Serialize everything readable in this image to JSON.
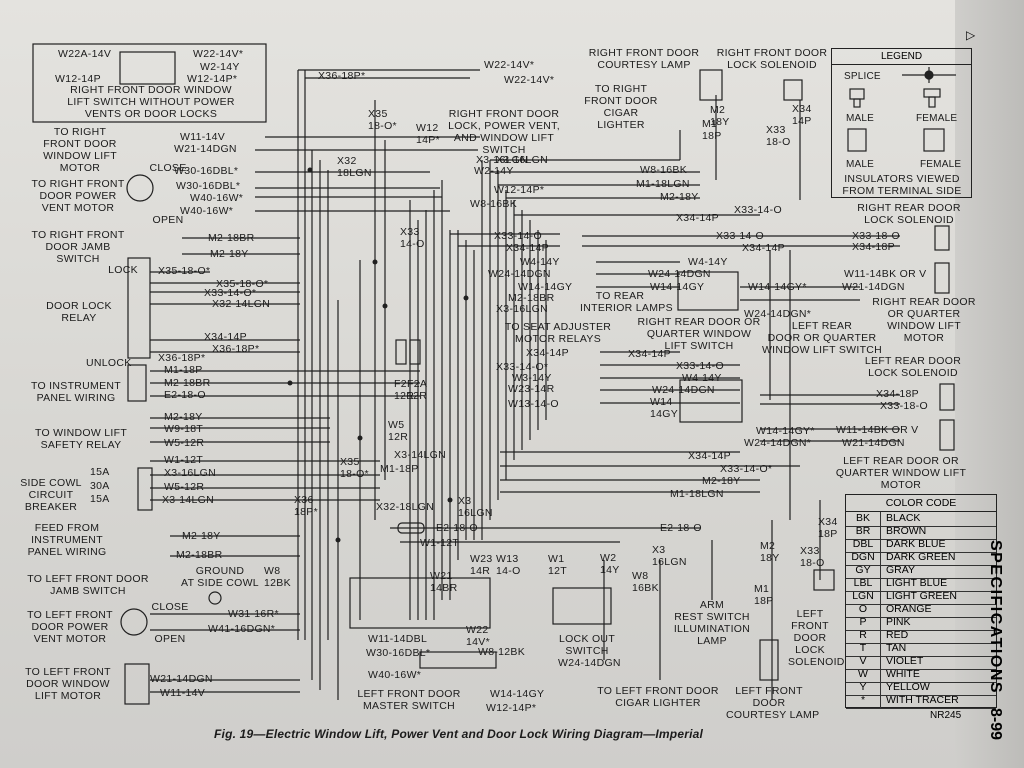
{
  "caption": "Fig. 19—Electric Window Lift, Power Vent and Door Lock Wiring Diagram—Imperial",
  "side_label": "SPECIFICATIONS",
  "page_number": "8-99",
  "figure_code": "NR245",
  "legend": {
    "title": "LEGEND",
    "splice": "SPLICE",
    "male": "MALE",
    "female": "FEMALE",
    "male2": "MALE",
    "female2": "FEMALE",
    "note": "INSULATORS VIEWED\nFROM TERMINAL SIDE"
  },
  "color_code": {
    "title": "COLOR CODE",
    "rows": [
      {
        "code": "BK",
        "name": "BLACK"
      },
      {
        "code": "BR",
        "name": "BROWN"
      },
      {
        "code": "DBL",
        "name": "DARK BLUE"
      },
      {
        "code": "DGN",
        "name": "DARK GREEN"
      },
      {
        "code": "GY",
        "name": "GRAY"
      },
      {
        "code": "LBL",
        "name": "LIGHT BLUE"
      },
      {
        "code": "LGN",
        "name": "LIGHT GREEN"
      },
      {
        "code": "O",
        "name": "ORANGE"
      },
      {
        "code": "P",
        "name": "PINK"
      },
      {
        "code": "R",
        "name": "RED"
      },
      {
        "code": "T",
        "name": "TAN"
      },
      {
        "code": "V",
        "name": "VIOLET"
      },
      {
        "code": "W",
        "name": "WHITE"
      },
      {
        "code": "Y",
        "name": "YELLOW"
      },
      {
        "code": "*",
        "name": "WITH TRACER"
      }
    ]
  },
  "components": {
    "rf_switch_box": "RIGHT FRONT DOOR WINDOW\nLIFT SWITCH WITHOUT POWER\nVENTS OR DOOR LOCKS",
    "rf_window_motor": "TO RIGHT\nFRONT DOOR\nWINDOW LIFT\nMOTOR",
    "rf_vent_motor": "TO RIGHT FRONT\nDOOR POWER\nVENT MOTOR",
    "close1": "CLOSE",
    "open1": "OPEN",
    "rf_jamb": "TO RIGHT FRONT\nDOOR JAMB\nSWITCH",
    "lock": "LOCK",
    "door_lock_relay": "DOOR LOCK\nRELAY",
    "unlock": "UNLOCK",
    "instrument_panel": "TO INSTRUMENT\nPANEL WIRING",
    "window_lift_relay": "TO WINDOW LIFT\nSAFETY RELAY",
    "side_cowl_breaker": "SIDE COWL\nCIRCUIT\nBREAKER",
    "feed_from_ip": "FEED FROM\nINSTRUMENT\nPANEL WIRING",
    "lf_jamb": "TO LEFT FRONT DOOR\nJAMB SWITCH",
    "ground_cowl": "GROUND\nAT SIDE COWL",
    "lf_vent_motor": "TO LEFT FRONT\nDOOR POWER\nVENT MOTOR",
    "close2": "CLOSE",
    "open2": "OPEN",
    "lf_window_motor": "TO LEFT FRONT\nDOOR WINDOW\nLIFT MOTOR",
    "rf_courtesy_lamp": "RIGHT FRONT DOOR\nCOURTESY LAMP",
    "rf_lock_solenoid": "RIGHT FRONT DOOR\nLOCK SOLENOID",
    "rf_cigar": "TO RIGHT\nFRONT DOOR\nCIGAR\nLIGHTER",
    "rf_master": "RIGHT FRONT DOOR\nLOCK, POWER VENT,\nAND WINDOW LIFT\nSWITCH",
    "rr_lock_solenoid": "RIGHT REAR DOOR\nLOCK SOLENOID",
    "rr_window_motor": "RIGHT REAR DOOR\nOR QUARTER\nWINDOW LIFT\nMOTOR",
    "rear_interior": "TO REAR\nINTERIOR LAMPS",
    "rr_switch": "RIGHT REAR DOOR OR\nQUARTER WINDOW\nLIFT SWITCH",
    "lr_switch": "LEFT REAR\nDOOR OR QUARTER\nWINDOW LIFT SWITCH",
    "seat_relays": "TO SEAT ADJUSTER\nMOTOR RELAYS",
    "lr_lock_solenoid": "LEFT REAR DOOR\nLOCK SOLENOID",
    "lr_window_motor": "LEFT REAR DOOR OR\nQUARTER WINDOW LIFT\nMOTOR",
    "arm_rest": "ARM\nREST SWITCH\nILLUMINATION\nLAMP",
    "lockout": "LOCK OUT\nSWITCH",
    "lf_master": "LEFT FRONT DOOR\nMASTER SWITCH",
    "lf_cigar": "TO LEFT FRONT DOOR\nCIGAR LIGHTER",
    "lf_courtesy": "LEFT FRONT\nDOOR\nCOURTESY LAMP",
    "lf_lock_solenoid": "LEFT\nFRONT\nDOOR\nLOCK\nSOLENOID"
  },
  "wire_labels": [
    {
      "id": "w1",
      "text": "W22A-14V"
    },
    {
      "id": "w2",
      "text": "W22-14V*"
    },
    {
      "id": "w3",
      "text": "W2-14Y"
    },
    {
      "id": "w4",
      "text": "W12-14P*"
    },
    {
      "id": "w5",
      "text": "W12-14P"
    },
    {
      "id": "w6",
      "text": "W11-14V"
    },
    {
      "id": "w7",
      "text": "W21-14DGN"
    },
    {
      "id": "w8",
      "text": "W30-16DBL*"
    },
    {
      "id": "w9",
      "text": "W30-16DBL*"
    },
    {
      "id": "w10",
      "text": "W40-16W*"
    },
    {
      "id": "w11",
      "text": "W40-16W*"
    },
    {
      "id": "w12",
      "text": "M2-18BR"
    },
    {
      "id": "w13",
      "text": "M2-18Y"
    },
    {
      "id": "w14",
      "text": "X35-18-O*"
    },
    {
      "id": "w15",
      "text": "X35-18-O*"
    },
    {
      "id": "w16",
      "text": "X33-14-O*"
    },
    {
      "id": "w17",
      "text": "X32-14LGN"
    },
    {
      "id": "w18",
      "text": "X34-14P"
    },
    {
      "id": "w19",
      "text": "X36-18P*"
    },
    {
      "id": "w20",
      "text": "X36-18P*"
    },
    {
      "id": "w21",
      "text": "M1-18P"
    },
    {
      "id": "w22",
      "text": "M2-18BR"
    },
    {
      "id": "w23",
      "text": "E2-18-O"
    },
    {
      "id": "w24",
      "text": "M2-18Y"
    },
    {
      "id": "w25",
      "text": "W9-18T"
    },
    {
      "id": "w26",
      "text": "W5-12R"
    },
    {
      "id": "w27",
      "text": "W1-12T"
    },
    {
      "id": "w28",
      "text": "X3-16LGN"
    },
    {
      "id": "w29",
      "text": "W5-12R"
    },
    {
      "id": "w30",
      "text": "X3-14LGN"
    },
    {
      "id": "w31",
      "text": "15A"
    },
    {
      "id": "w32",
      "text": "30A"
    },
    {
      "id": "w33",
      "text": "15A"
    },
    {
      "id": "w34",
      "text": "M2-18Y"
    },
    {
      "id": "w35",
      "text": "M2-18BR"
    },
    {
      "id": "w36",
      "text": "W31-16R*"
    },
    {
      "id": "w37",
      "text": "W41-16DGN*"
    },
    {
      "id": "w38",
      "text": "W21-14DGN"
    },
    {
      "id": "w39",
      "text": "W11-14V"
    },
    {
      "id": "w40",
      "text": "X36-18P*"
    },
    {
      "id": "w41",
      "text": "W22-14V*"
    },
    {
      "id": "w42",
      "text": "W22-14V*"
    },
    {
      "id": "w43",
      "text": "X35\n18-O*"
    },
    {
      "id": "w44",
      "text": "W12\n14P*"
    },
    {
      "id": "w45",
      "text": "X32\n18LGN"
    },
    {
      "id": "w46",
      "text": "X3-16LGN"
    },
    {
      "id": "w47",
      "text": "W2-14Y"
    },
    {
      "id": "w48",
      "text": "W12-14P*"
    },
    {
      "id": "w49",
      "text": "W8-16BK"
    },
    {
      "id": "w50",
      "text": "W8-16BK"
    },
    {
      "id": "w51",
      "text": "M1-18LGN"
    },
    {
      "id": "w52",
      "text": "M2-18Y"
    },
    {
      "id": "w53",
      "text": "X34-14P"
    },
    {
      "id": "w54",
      "text": "X33-14-O"
    },
    {
      "id": "w55",
      "text": "X33\n14-O"
    },
    {
      "id": "w56",
      "text": "X33-14-O"
    },
    {
      "id": "w57",
      "text": "X34-14P"
    },
    {
      "id": "w58",
      "text": "X33-14-O"
    },
    {
      "id": "w59",
      "text": "X34-14P"
    },
    {
      "id": "w60",
      "text": "X33-18-O"
    },
    {
      "id": "w61",
      "text": "X34-18P"
    },
    {
      "id": "w62",
      "text": "W4-14Y"
    },
    {
      "id": "w63",
      "text": "W24-14DGN"
    },
    {
      "id": "w64",
      "text": "W14-14GY"
    },
    {
      "id": "w65",
      "text": "W4-14Y"
    },
    {
      "id": "w66",
      "text": "W24-14DGN"
    },
    {
      "id": "w67",
      "text": "W14-14GY"
    },
    {
      "id": "w68",
      "text": "W14-14GY*"
    },
    {
      "id": "w69",
      "text": "W11-14BK OR V"
    },
    {
      "id": "w70",
      "text": "W21-14DGN"
    },
    {
      "id": "w71",
      "text": "W24-14DGN*"
    },
    {
      "id": "w72",
      "text": "M2-18BR"
    },
    {
      "id": "w73",
      "text": "X3-16LGN"
    },
    {
      "id": "w74",
      "text": "X34-14P"
    },
    {
      "id": "w75",
      "text": "X34-14P"
    },
    {
      "id": "w76",
      "text": "X33-14-O*"
    },
    {
      "id": "w77",
      "text": "X33-14-O"
    },
    {
      "id": "w78",
      "text": "W3-14Y"
    },
    {
      "id": "w79",
      "text": "W23-14R"
    },
    {
      "id": "w80",
      "text": "W4-14Y"
    },
    {
      "id": "w81",
      "text": "W24-14DGN"
    },
    {
      "id": "w82",
      "text": "W13-14-O"
    },
    {
      "id": "w83",
      "text": "W14\n14GY"
    },
    {
      "id": "w84",
      "text": "X34-18P"
    },
    {
      "id": "w85",
      "text": "X33-18-O"
    },
    {
      "id": "w86",
      "text": "W14-14GY*"
    },
    {
      "id": "w87",
      "text": "W11-14BK OR V"
    },
    {
      "id": "w88",
      "text": "W24-14DGN*"
    },
    {
      "id": "w89",
      "text": "W21-14DGN"
    },
    {
      "id": "w90",
      "text": "F2\n12R"
    },
    {
      "id": "w91",
      "text": "F2A\n12R"
    },
    {
      "id": "w92",
      "text": "W5\n12R"
    },
    {
      "id": "w93",
      "text": "X3-14LGN"
    },
    {
      "id": "w94",
      "text": "X35\n18-O*"
    },
    {
      "id": "w95",
      "text": "M1-18P"
    },
    {
      "id": "w96",
      "text": "X36\n18P*"
    },
    {
      "id": "w97",
      "text": "X32-18LGN"
    },
    {
      "id": "w98",
      "text": "X3\n16LGN"
    },
    {
      "id": "w99",
      "text": "X34-14P"
    },
    {
      "id": "w100",
      "text": "X33-14-O*"
    },
    {
      "id": "w101",
      "text": "M2-18Y"
    },
    {
      "id": "w102",
      "text": "M1-18LGN"
    },
    {
      "id": "w103",
      "text": "E2-18-O"
    },
    {
      "id": "w104",
      "text": "E2-18-O"
    },
    {
      "id": "w105",
      "text": "W1-12T"
    },
    {
      "id": "w106",
      "text": "W8\n12BK"
    },
    {
      "id": "w107",
      "text": "W21\n14BR"
    },
    {
      "id": "w108",
      "text": "W23\n14R"
    },
    {
      "id": "w109",
      "text": "W13\n14-O"
    },
    {
      "id": "w110",
      "text": "W1\n12T"
    },
    {
      "id": "w111",
      "text": "W2\n14Y"
    },
    {
      "id": "w112",
      "text": "X3\n16LGN"
    },
    {
      "id": "w113",
      "text": "W8\n16BK"
    },
    {
      "id": "w114",
      "text": "M2\n18Y"
    },
    {
      "id": "w115",
      "text": "M1\n18P"
    },
    {
      "id": "w116",
      "text": "X34\n18P"
    },
    {
      "id": "w117",
      "text": "X33\n18-O"
    },
    {
      "id": "w118",
      "text": "W11-14DBL"
    },
    {
      "id": "w119",
      "text": "W22\n14V*"
    },
    {
      "id": "w120",
      "text": "W8-12BK"
    },
    {
      "id": "w121",
      "text": "W30-16DBL*"
    },
    {
      "id": "w122",
      "text": "W24-14DGN"
    },
    {
      "id": "w123",
      "text": "W40-16W*"
    },
    {
      "id": "w124",
      "text": "W14-14GY"
    },
    {
      "id": "w125",
      "text": "W12-14P*"
    },
    {
      "id": "w126",
      "text": "M1\n18P"
    },
    {
      "id": "w127",
      "text": "M2\n18Y"
    },
    {
      "id": "w128",
      "text": "X34\n14P"
    },
    {
      "id": "w129",
      "text": "X33\n18-O"
    },
    {
      "id": "w130",
      "text": "X3-16LGN"
    }
  ]
}
